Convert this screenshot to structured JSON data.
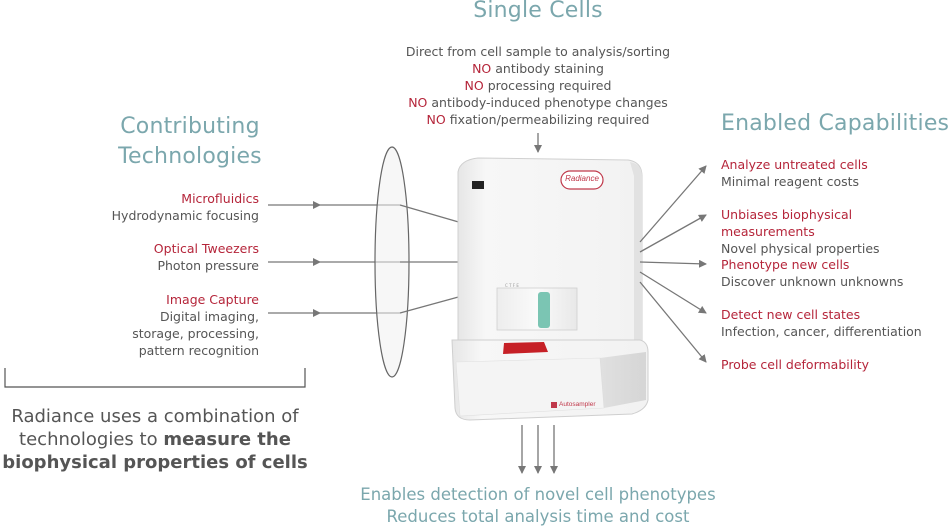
{
  "single_cells": {
    "title": "Single Cells",
    "intro": "Direct from cell sample to analysis/sorting",
    "items": [
      {
        "flag": "NO",
        "text": " antibody staining"
      },
      {
        "flag": "NO",
        "text": " processing required"
      },
      {
        "flag": "NO",
        "text": " antibody-induced phenotype changes"
      },
      {
        "flag": "NO",
        "text": " fixation/permeabilizing required"
      }
    ]
  },
  "contributing": {
    "title_line1": "Contributing",
    "title_line2": "Technologies",
    "items": [
      {
        "name": "Microfluidics",
        "desc": [
          "Hydrodynamic focusing"
        ]
      },
      {
        "name": "Optical Tweezers",
        "desc": [
          "Photon pressure"
        ]
      },
      {
        "name": "Image Capture",
        "desc": [
          "Digital imaging,",
          "storage, processing,",
          "pattern recognition"
        ]
      }
    ]
  },
  "enabled": {
    "title": "Enabled Capabilities",
    "items": [
      {
        "name": "Analyze untreated cells",
        "desc": "Minimal reagent costs"
      },
      {
        "name": "Unbiases biophysical measurements",
        "desc": "Novel physical properties"
      },
      {
        "name": "Phenotype new cells",
        "desc": "Discover unknown unknowns"
      },
      {
        "name": "Detect new cell states",
        "desc": "Infection, cancer, differentiation"
      },
      {
        "name": "Probe cell deformability",
        "desc": ""
      }
    ]
  },
  "summary": {
    "line1": "Radiance uses a combination of",
    "line2_plain": "technologies to ",
    "line2_bold": "measure the",
    "line3_bold": "biophysical properties of cells"
  },
  "bottom": {
    "line1": "Enables detection of novel cell phenotypes",
    "line2": "Reduces total analysis time and cost"
  },
  "device": {
    "brand": "Radiance",
    "autosampler": "Autosampler"
  },
  "colors": {
    "teal": "#7ba7ad",
    "red": "#b5253a",
    "text_gray": "#555555",
    "arrow_gray": "#777777"
  }
}
